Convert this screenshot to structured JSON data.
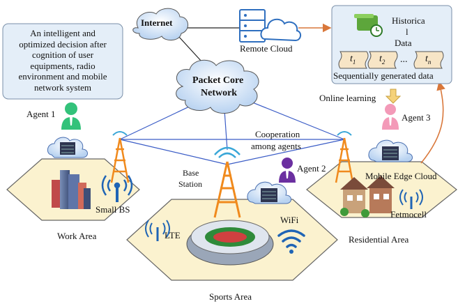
{
  "decision_box": {
    "text": "An intelligent and optimized decision after cognition of user equipments, radio environment and mobile network system"
  },
  "internet": "Internet",
  "remote_cloud": "Remote Cloud",
  "packet_core": {
    "line1": "Packet Core",
    "line2": "Network"
  },
  "data_panel": {
    "title_line1": "Historica",
    "title_line2": "l",
    "title_line3": "Data",
    "t1": "t",
    "t1_sub": "1",
    "t2": "t",
    "t2_sub": "2",
    "ellipsis": "...",
    "tn": "t",
    "tn_sub": "n",
    "footer": "Sequentially generated data"
  },
  "online_learning": "Online learning",
  "agents": {
    "a1": "Agent 1",
    "a2": "Agent 2",
    "a3": "Agent 3"
  },
  "cooperation": {
    "line1": "Cooperation",
    "line2": "among agents"
  },
  "base_station": {
    "line1": "Base",
    "line2": "Station"
  },
  "mobile_edge_cloud": "Mobile Edge Cloud",
  "small_bs": "Small BS",
  "fetmocell": "Fetmocell",
  "lte": "LTE",
  "wifi": "WiFi",
  "areas": {
    "work": "Work Area",
    "sports": "Sports  Area",
    "residential": "Residential  Area"
  },
  "colors": {
    "link_blue": "#3a5cc6",
    "feedback_orange": "#d9773a",
    "hex_fill": "#fbf2cf",
    "panel_fill": "#e4eef8",
    "tower_orange": "#f08a1d",
    "agent_green": "#33c27a",
    "agent_purple": "#6b2fa0",
    "agent_pink": "#f39ab8"
  }
}
